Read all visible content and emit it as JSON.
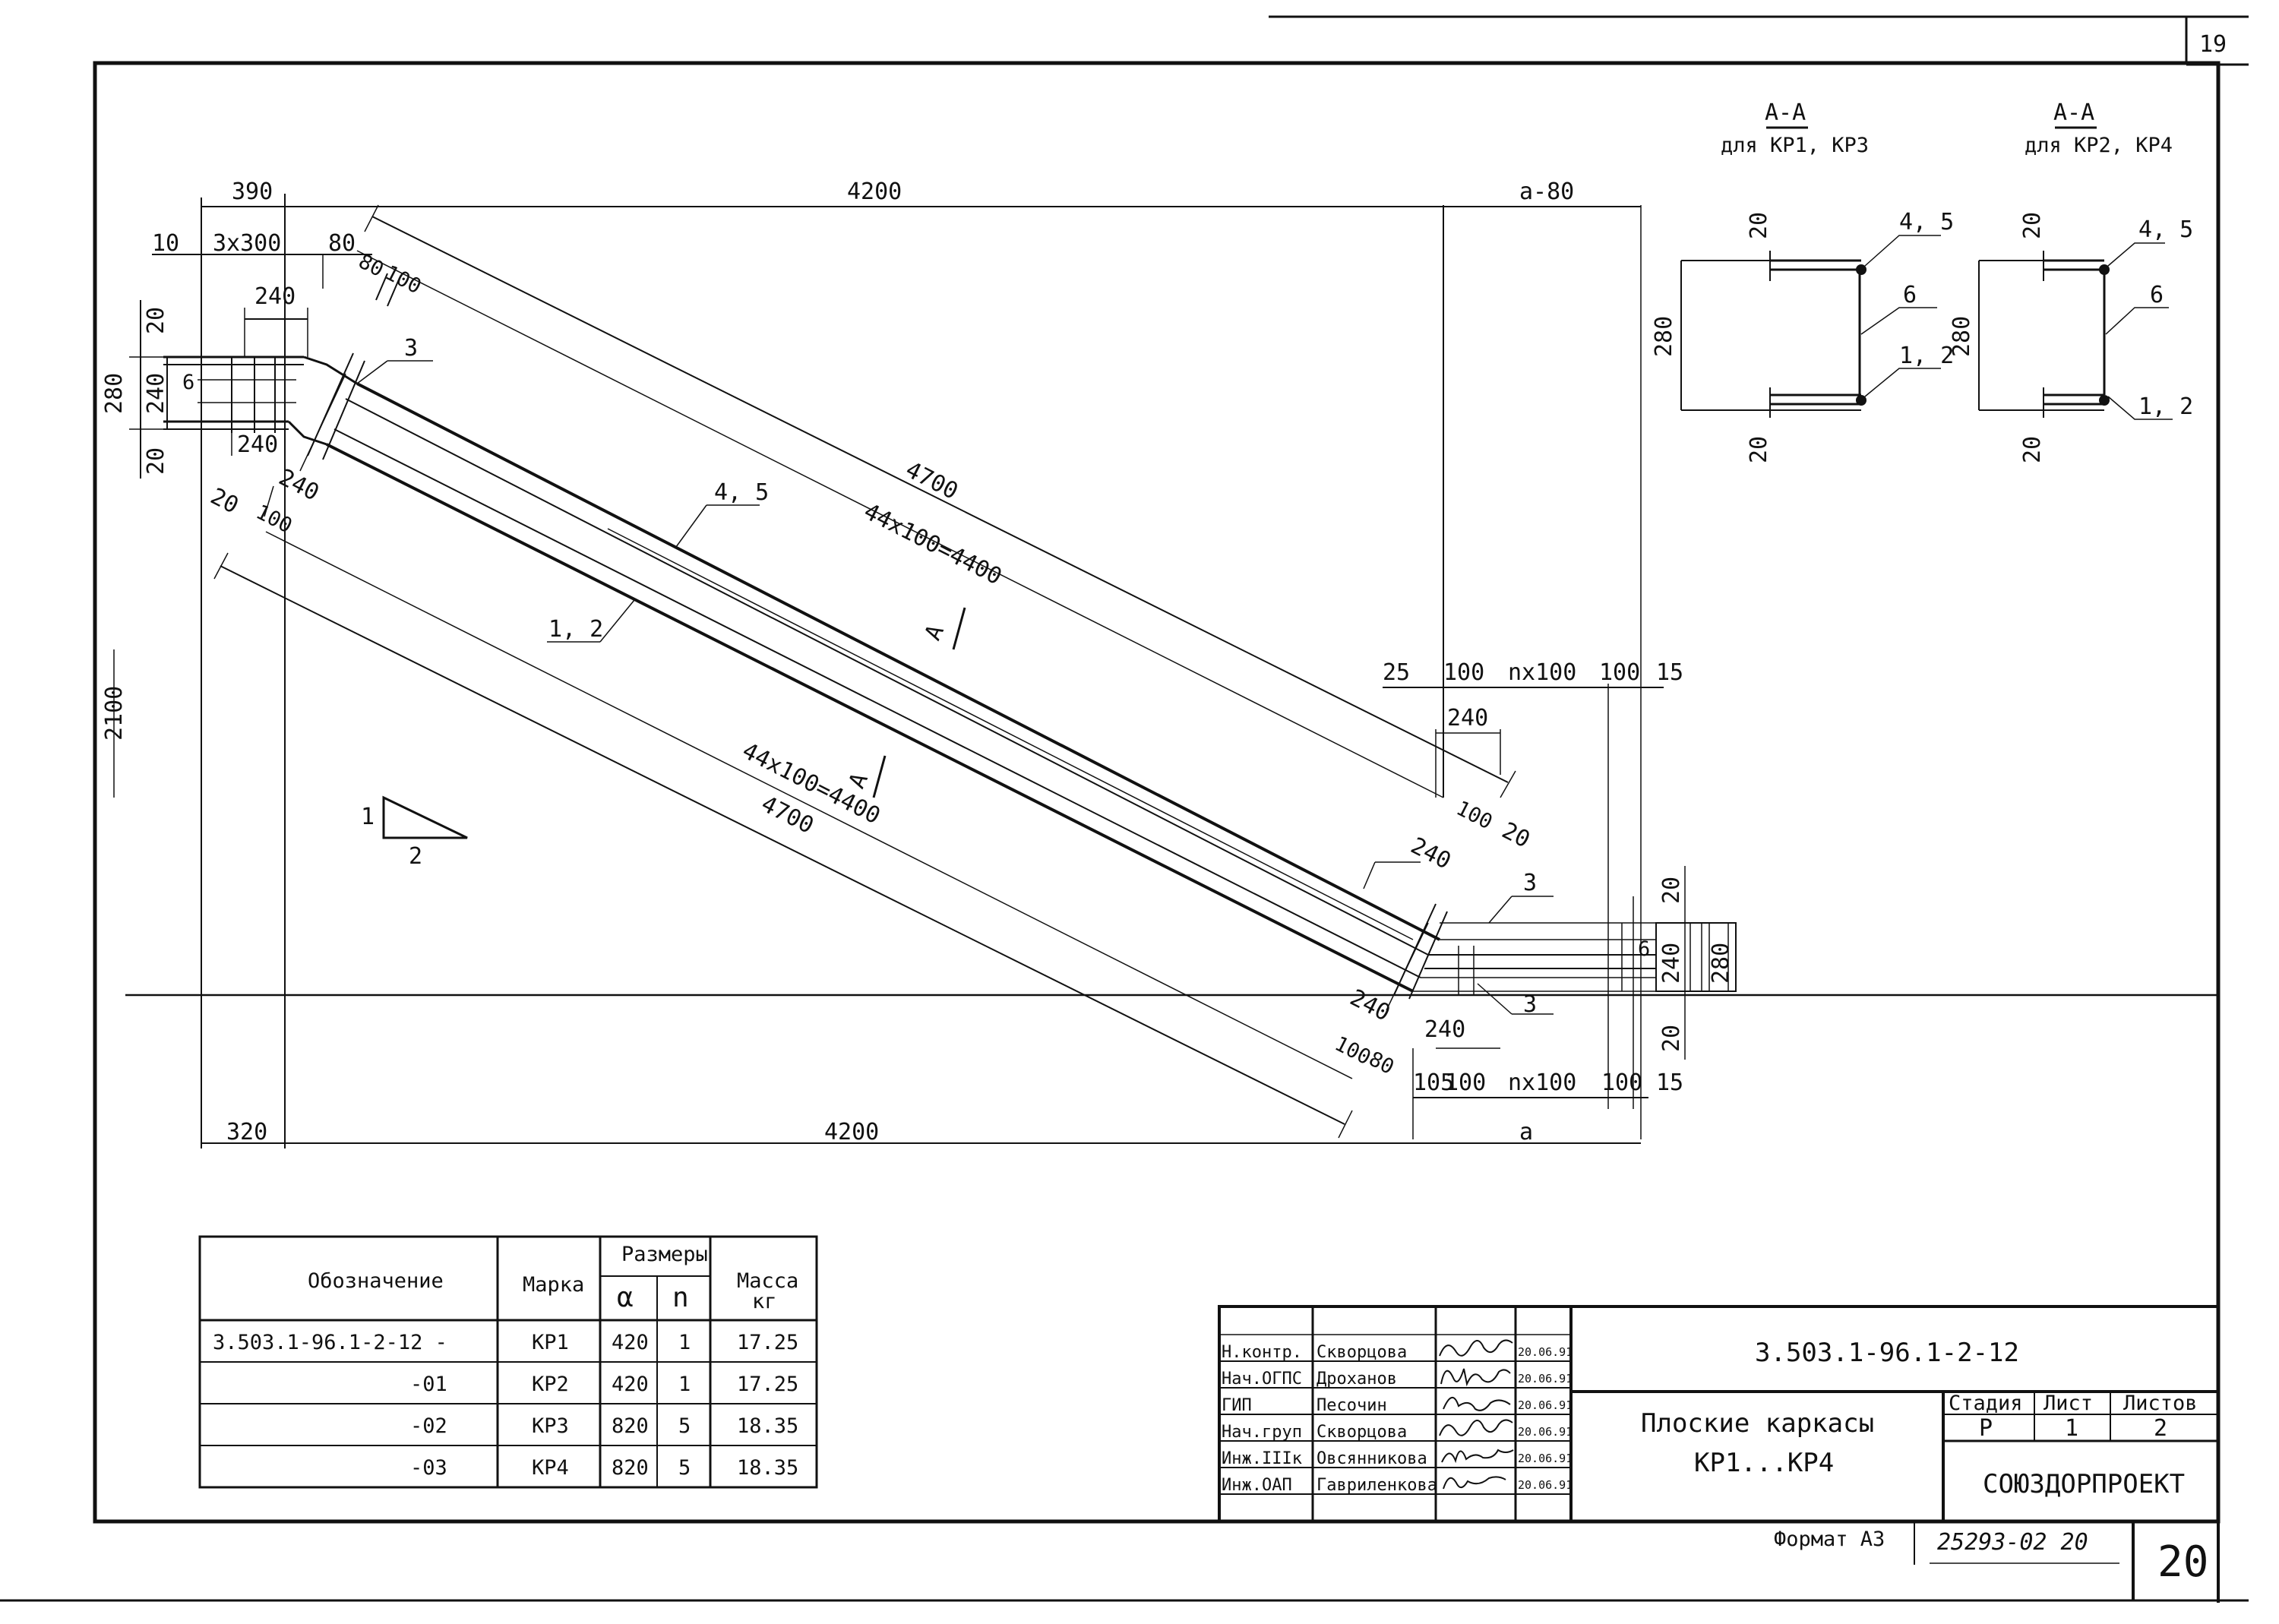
{
  "sheet": {
    "page_top": "19",
    "page_bottom": "20",
    "format": "Формат А3",
    "inventory": "25293-02  20"
  },
  "drawing": {
    "dims_top": {
      "d390": "390",
      "d4200": "4200",
      "a80": "a-80",
      "d10": "10",
      "d3x300": "3x300",
      "d80": "80",
      "d240": "240",
      "d80b": "80",
      "d100": "100"
    },
    "dims_left": {
      "d20a": "20",
      "d240": "240",
      "d280": "280",
      "d20b": "20",
      "d2100": "2100",
      "d6": "6"
    },
    "left_labels": {
      "d240a": "240",
      "d240b": "240",
      "d20": "20",
      "d100": "100"
    },
    "bars": {
      "upper_len": "4700",
      "upper_pitch": "44x100=4400",
      "lower_pitch": "44x100=4400",
      "lower_len": "4700",
      "lbl_3a": "3",
      "lbl_45": "4, 5",
      "lbl_12": "1, 2",
      "sec_a1": "А",
      "sec_a2": "А"
    },
    "slope": {
      "v": "1",
      "h": "2"
    },
    "right_dims_top": {
      "d25": "25",
      "d100a": "100",
      "nx100": "nx100",
      "d100b": "100",
      "d15": "15",
      "d240": "240"
    },
    "right_labels": {
      "d100": "100",
      "d20": "20",
      "d240a": "240",
      "lbl_3b": "3",
      "lbl_3c": "3",
      "d240b": "240",
      "d240c": "240",
      "d100b": "100",
      "d80": "80"
    },
    "right_dims_side": {
      "d20a": "20",
      "d240": "240",
      "d6": "6",
      "d280": "280",
      "d20b": "20"
    },
    "right_dims_bottom": {
      "d105": "105",
      "d100a": "100",
      "nx100": "nx100",
      "d100b": "100",
      "d15": "15",
      "a": "a"
    },
    "dims_bottom": {
      "d320": "320",
      "d4200": "4200"
    }
  },
  "sections": [
    {
      "title": "А-А",
      "subtitle": "для КР1, КР3",
      "d20a": "20",
      "d280": "280",
      "d20b": "20",
      "lbl_45": "4, 5",
      "lbl_6": "6",
      "lbl_12": "1, 2"
    },
    {
      "title": "А-А",
      "subtitle": "для КР2, КР4",
      "d20a": "20",
      "d280": "280",
      "d20b": "20",
      "lbl_45": "4, 5",
      "lbl_6": "6",
      "lbl_12": "1, 2"
    }
  ],
  "spec_table": {
    "headers": {
      "designation": "Обозначение",
      "mark": "Марка",
      "sizes": "Размеры",
      "a": "α",
      "n": "n",
      "mass": "Масса",
      "mass_unit": "кг"
    },
    "rows": [
      {
        "designation": "3.503.1-96.1-2-12  -",
        "mark": "КР1",
        "a": "420",
        "n": "1",
        "mass": "17.25"
      },
      {
        "designation": "-01",
        "mark": "КР2",
        "a": "420",
        "n": "1",
        "mass": "17.25"
      },
      {
        "designation": "-02",
        "mark": "КР3",
        "a": "820",
        "n": "5",
        "mass": "18.35"
      },
      {
        "designation": "-03",
        "mark": "КР4",
        "a": "820",
        "n": "5",
        "mass": "18.35"
      }
    ]
  },
  "title_block": {
    "code": "3.503.1-96.1-2-12",
    "title1": "Плоские каркасы",
    "title2": "КР1...КР4",
    "stage_h": "Стадия",
    "sheet_h": "Лист",
    "sheets_h": "Листов",
    "stage": "Р",
    "sheet": "1",
    "sheets": "2",
    "org": "СОЮЗДОРПРОЕКТ",
    "people": [
      {
        "role": "Н.контр.",
        "name": "Скворцова",
        "date": "20.06.91"
      },
      {
        "role": "Нач.ОГПС",
        "name": "Дроханов",
        "date": "20.06.91"
      },
      {
        "role": "ГИП",
        "name": "Песочин",
        "date": "20.06.91"
      },
      {
        "role": "Нач.груп",
        "name": "Скворцова",
        "date": "20.06.91"
      },
      {
        "role": "Инж.IIIк",
        "name": "Овсянникова",
        "date": "20.06.91"
      },
      {
        "role": "Инж.ОАП",
        "name": "Гавриленкова",
        "date": "20.06.91"
      }
    ]
  }
}
